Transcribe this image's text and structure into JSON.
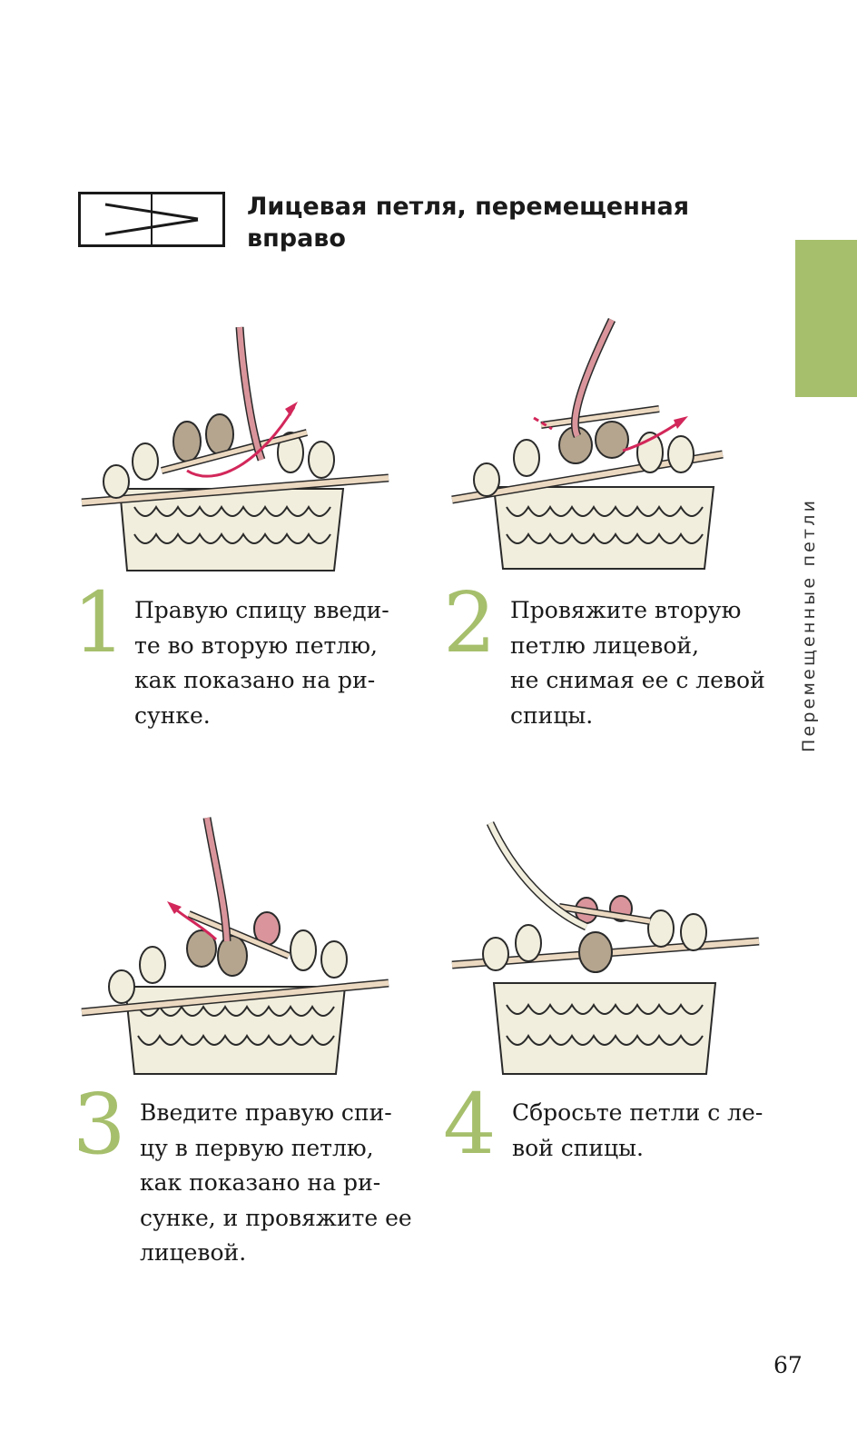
{
  "header": {
    "title_lines": [
      "Лицевая петля, перемещенная",
      "вправо"
    ]
  },
  "side_tab": {
    "label": "Перемещенные петли",
    "color": "#a6bf6c"
  },
  "steps": [
    {
      "number": "1",
      "lines": [
        "Правую спицу введи-",
        "те во вторую петлю,",
        "как показано на ри-",
        "сунке."
      ]
    },
    {
      "number": "2",
      "lines": [
        "Провяжите вторую",
        "петлю лицевой,",
        "не снимая ее с левой",
        "спицы."
      ]
    },
    {
      "number": "3",
      "lines": [
        "Введите правую спи-",
        "цу в первую петлю,",
        "как показано на ри-",
        "сунке, и провяжите ее",
        "лицевой."
      ]
    },
    {
      "number": "4",
      "lines": [
        "Сбросьте петли с ле-",
        "вой спицы."
      ]
    }
  ],
  "icons": {
    "stitch_symbol": "crossed-stitch-symbol-icon",
    "illustration_1": "knitting-step-1-illustration-icon",
    "illustration_2": "knitting-step-2-illustration-icon",
    "illustration_3": "knitting-step-3-illustration-icon",
    "illustration_4": "knitting-step-4-illustration-icon"
  },
  "colors": {
    "accent_green": "#a6bf6c",
    "yarn_cream": "#f1eedd",
    "yarn_taupe": "#b5a58f",
    "yarn_pink": "#d9959b",
    "arrow_red": "#d2275a",
    "needle": "#ecd9c1"
  },
  "footer": {
    "page_number": "67"
  }
}
